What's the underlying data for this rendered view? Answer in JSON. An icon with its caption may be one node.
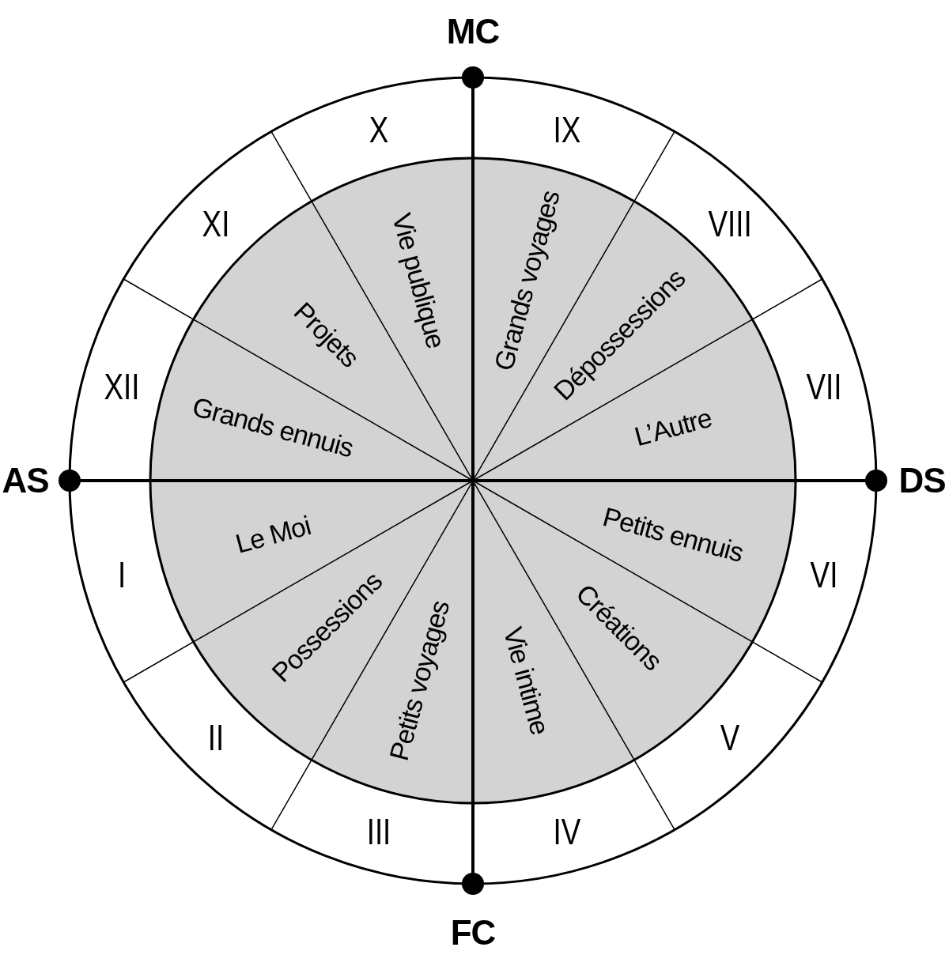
{
  "diagram": {
    "labels": [
      "MC",
      "X",
      "IX",
      "XI",
      "VIII",
      "Vie publique",
      "Grands voyages",
      "Projets",
      "Dépossessions",
      "XII",
      "VII",
      "L’Autre",
      "Grands ennuis",
      "AS",
      "DS",
      "Le Moi",
      "Petits ennuis",
      "I",
      "VI",
      "Possessions",
      "Créations",
      "Petits voyages",
      "Vie intime",
      "II",
      "V",
      "III",
      "IV",
      "FC"
    ]
  }
}
